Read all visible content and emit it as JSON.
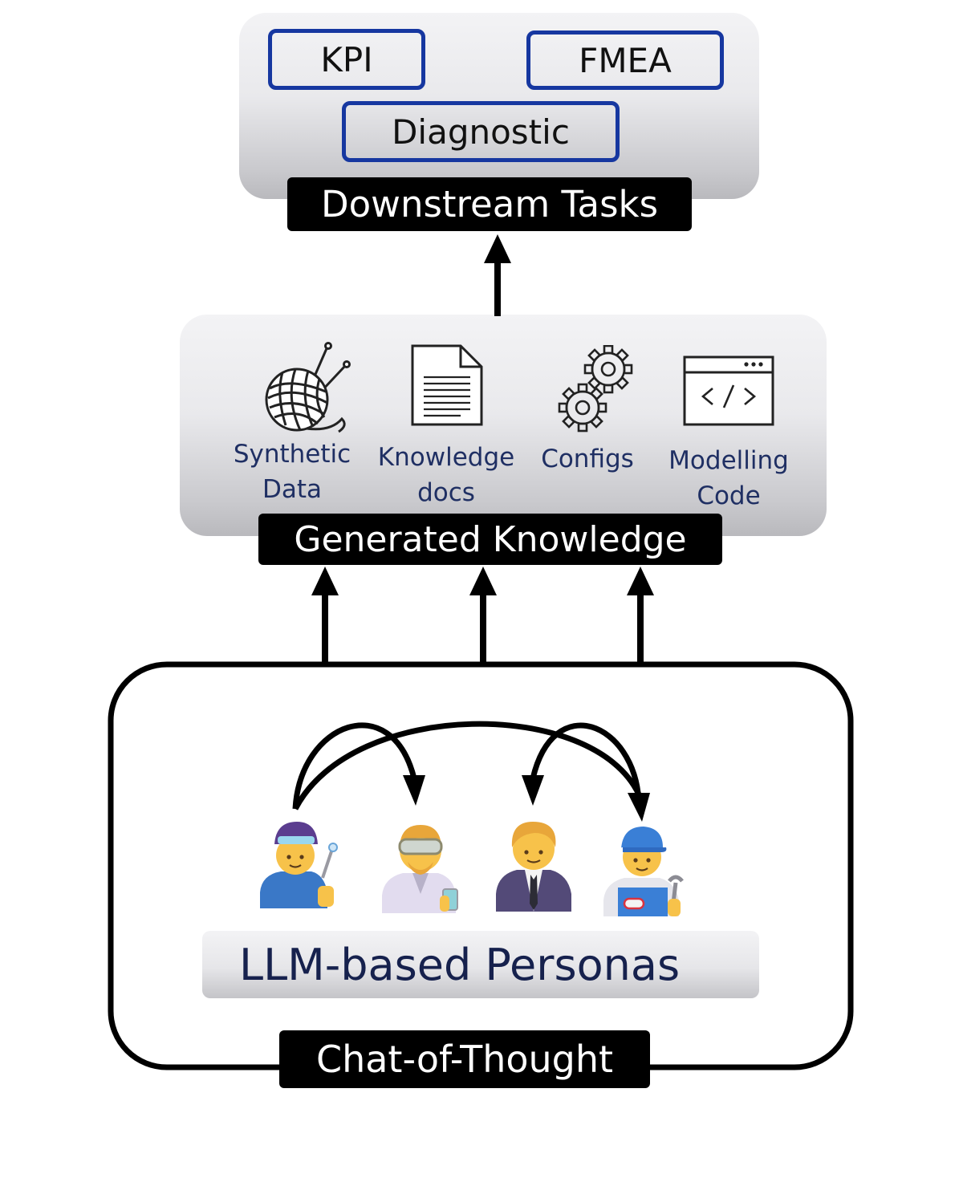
{
  "downstream": {
    "title": "Downstream Tasks",
    "tasks": [
      "KPI",
      "FMEA",
      "Diagnostic"
    ]
  },
  "knowledge": {
    "title": "Generated Knowledge",
    "items": [
      {
        "line1": "Synthetic",
        "line2": "Data",
        "icon": "yarn-ball-icon"
      },
      {
        "line1": "Knowledge",
        "line2": "docs",
        "icon": "document-icon"
      },
      {
        "line1": "Configs",
        "line2": "",
        "icon": "gears-icon"
      },
      {
        "line1": "Modelling",
        "line2": "Code",
        "icon": "code-window-icon"
      }
    ]
  },
  "personas": {
    "label": "LLM-based Personas",
    "items": [
      "welder-icon",
      "scientist-icon",
      "business-person-icon",
      "mechanic-icon"
    ]
  },
  "chat": {
    "title": "Chat-of-Thought"
  },
  "colors": {
    "task_border": "#1637a0",
    "label_text": "#1f2f63",
    "bar_bg": "#000000"
  }
}
